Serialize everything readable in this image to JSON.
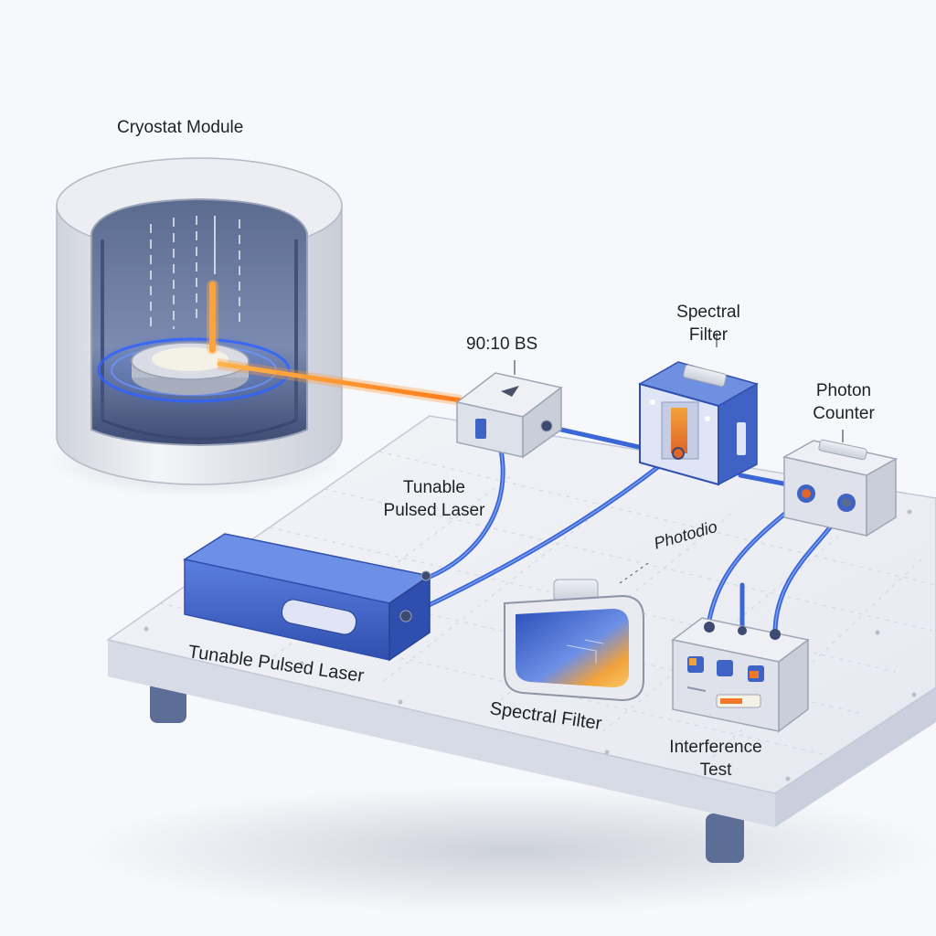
{
  "labels": {
    "cryostat": "Cryostat Module",
    "beamsplitter": "90:10 BS",
    "spectral_filter_top_l1": "Spectral",
    "spectral_filter_top_l2": "Filter",
    "photon_counter_l1": "Photon",
    "photon_counter_l2": "Counter",
    "laser_upper_l1": "Tunable",
    "laser_upper_l2": "Pulsed Laser",
    "laser_bench": "Tunable Pulsed Laser",
    "spectral_filter_bench": "Spectral Filter",
    "interference_l1": "Interference",
    "interference_l2": "Test",
    "photodiode": "Photodio"
  },
  "colors": {
    "background": "#f7f8fb",
    "device_blue": "#3f63c4",
    "fiber_blue": "#3b66d6",
    "laser_orange": "#ff8a1e",
    "bench": "#eef0f5",
    "metal": "#dfe2ea"
  }
}
